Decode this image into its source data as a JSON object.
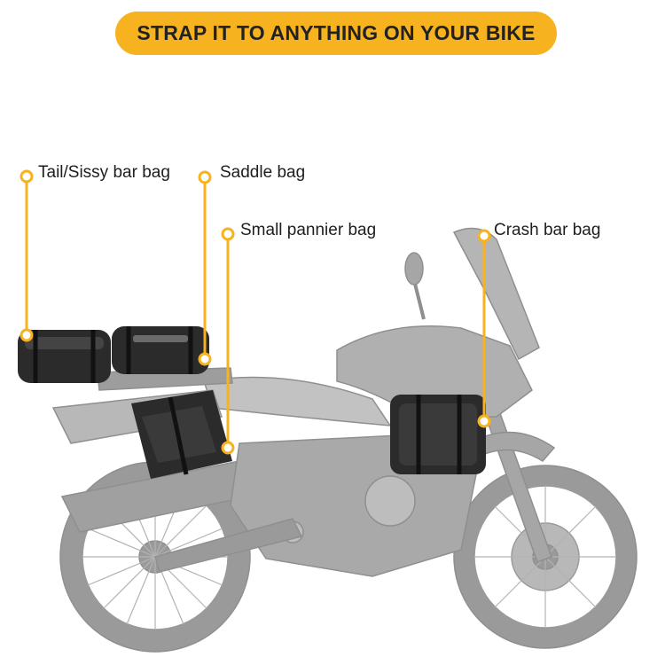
{
  "banner": {
    "text": "STRAP IT TO ANYTHING ON YOUR BIKE"
  },
  "callouts": [
    {
      "label": "Tail/Sissy bar bag"
    },
    {
      "label": "Saddle bag"
    },
    {
      "label": "Small pannier bag"
    },
    {
      "label": "Crash bar bag"
    }
  ],
  "colors": {
    "accent": "#f7b21f",
    "motorcycle": "#a6a6a6",
    "bag": "#2b2b2b",
    "text": "#1e1e1e"
  }
}
